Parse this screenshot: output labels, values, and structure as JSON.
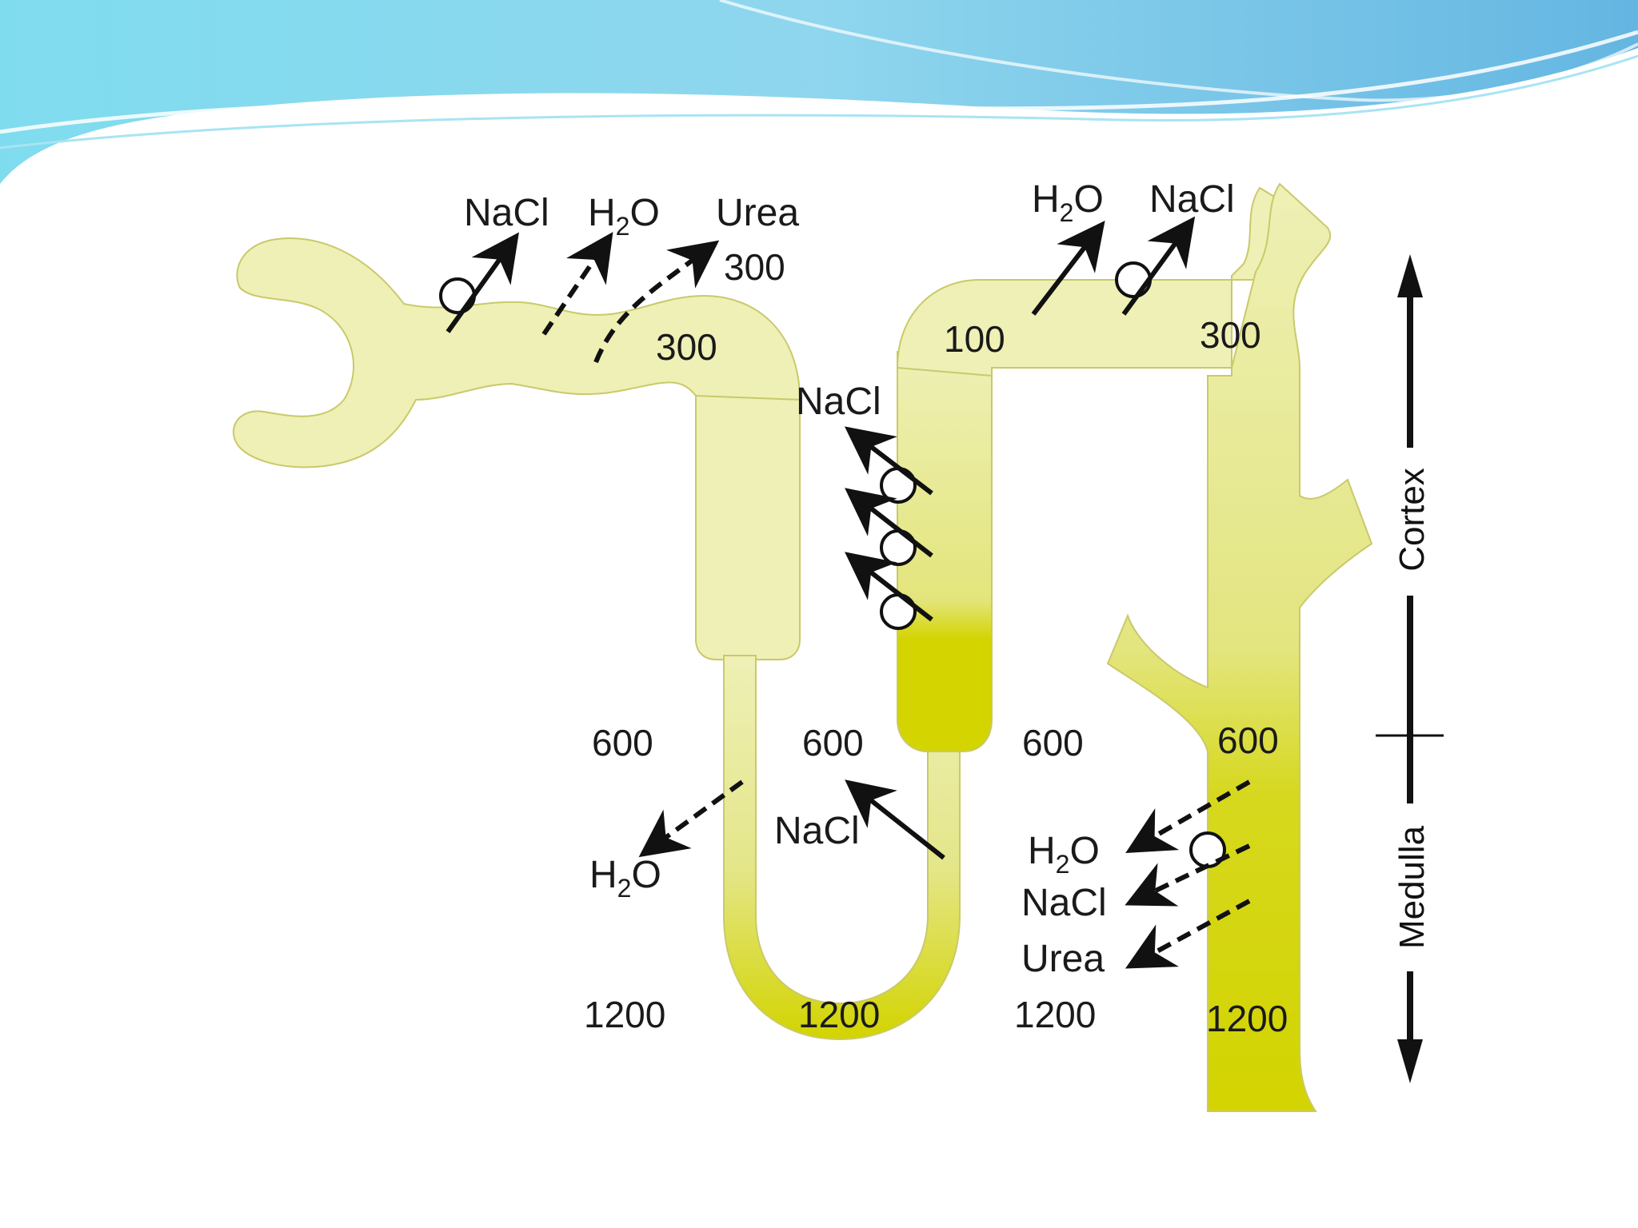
{
  "colors": {
    "tubule_light": "#efefb4",
    "tubule_mid": "#e2e27a",
    "tubule_dark": "#d3d400",
    "tubule_outline": "#c9c96a",
    "banner_top": "#6fd3e8",
    "banner_deep": "#6cb8e4",
    "arrow": "#111111"
  },
  "labels": {
    "pct_nacl": "NaCl",
    "pct_h2o_main": "H",
    "pct_h2o_sub": "2",
    "pct_h2o_end": "O",
    "pct_urea": "Urea",
    "pct_300_outer": "300",
    "pct_300_inner": "300",
    "tal_nacl": "NaCl",
    "dct_h2o_main": "H",
    "dct_h2o_sub": "2",
    "dct_h2o_end": "O",
    "dct_nacl": "NaCl",
    "dct_100": "100",
    "dct_300": "300",
    "row600_a": "600",
    "row600_b": "600",
    "row600_c": "600",
    "row600_d": "600",
    "dl_h2o_main": "H",
    "dl_h2o_sub": "2",
    "dl_h2o_end": "O",
    "al_nacl": "NaCl",
    "cd_h2o_main": "H",
    "cd_h2o_sub": "2",
    "cd_h2o_end": "O",
    "cd_nacl": "NaCl",
    "cd_urea": "Urea",
    "row1200_a": "1200",
    "row1200_b": "1200",
    "row1200_c": "1200",
    "row1200_d": "1200"
  },
  "axis": {
    "cortex": "Cortex",
    "medulla": "Medulla"
  }
}
